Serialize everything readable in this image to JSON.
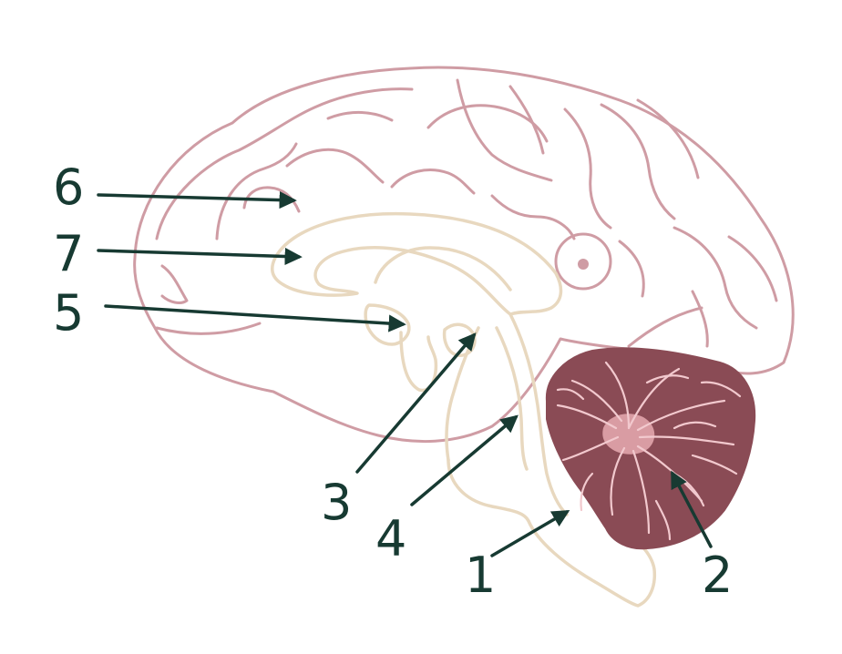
{
  "labels": [
    "6",
    "7",
    "5",
    "3",
    "4",
    "1",
    "2"
  ],
  "colors": {
    "cortex_outline": "#CF9CA4",
    "inner_structures": "#E8D8BF",
    "cerebellum_fill": "#8A4B55",
    "cerebellum_highlight": "#D99CA3",
    "cerebellum_lines": "#F2C9CE",
    "label_text": "#173A32",
    "arrows": "#173A32",
    "background": "#FFFFFF"
  }
}
